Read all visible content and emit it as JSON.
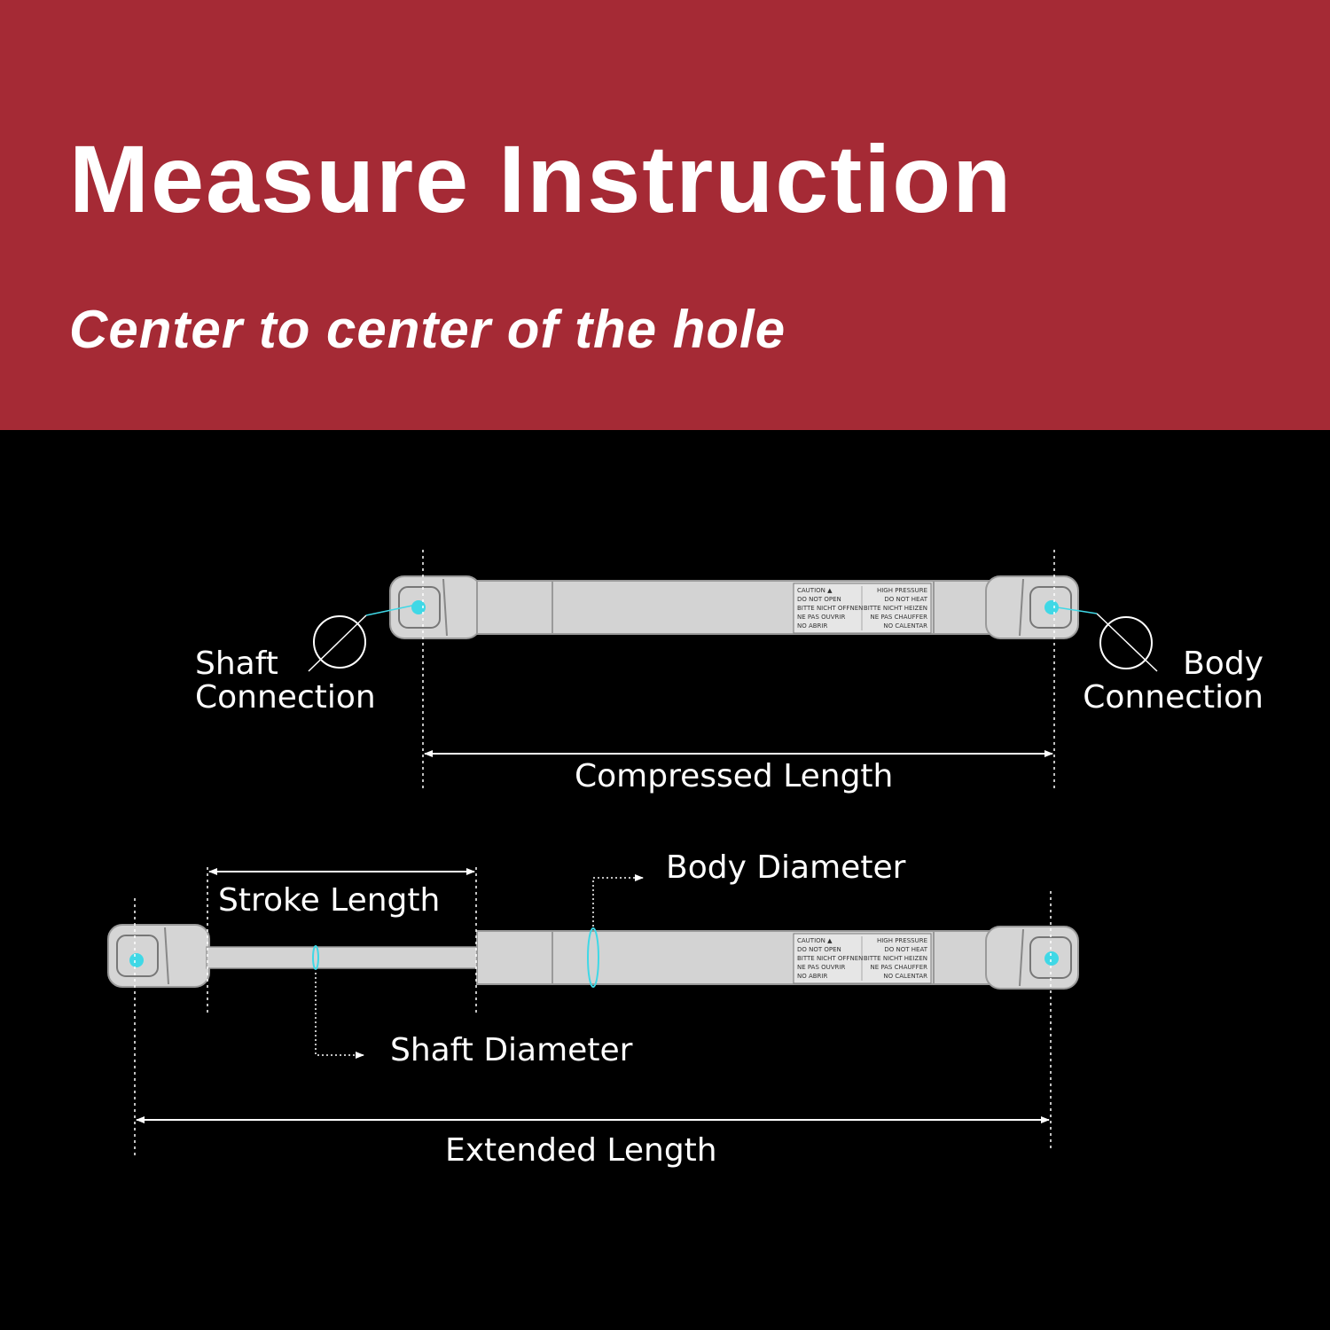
{
  "header": {
    "title": "Measure Instruction",
    "subtitle": "Center to center of the hole"
  },
  "labels": {
    "shaft_connection_line1": "Shaft",
    "shaft_connection_line2": "Connection",
    "body_connection_line1": "Body",
    "body_connection_line2": "Connection",
    "compressed_length": "Compressed Length",
    "stroke_length": "Stroke Length",
    "body_diameter": "Body Diameter",
    "shaft_diameter": "Shaft Diameter",
    "extended_length": "Extended Length"
  },
  "warning_label": {
    "left": [
      "CAUTION ▲",
      "DO NOT OPEN",
      "BITTE NICHT OFFNEN",
      "NE PAS OUVRIR",
      "NO ABRIR"
    ],
    "right": [
      "HIGH PRESSURE",
      "DO NOT HEAT",
      "BITTE NICHT HEIZEN",
      "NE PAS CHAUFFER",
      "NO CALENTAR"
    ]
  },
  "colors": {
    "banner": "#A52A35",
    "background": "#000000",
    "strut": "#D3D3D3",
    "highlight": "#3FD8E6"
  }
}
